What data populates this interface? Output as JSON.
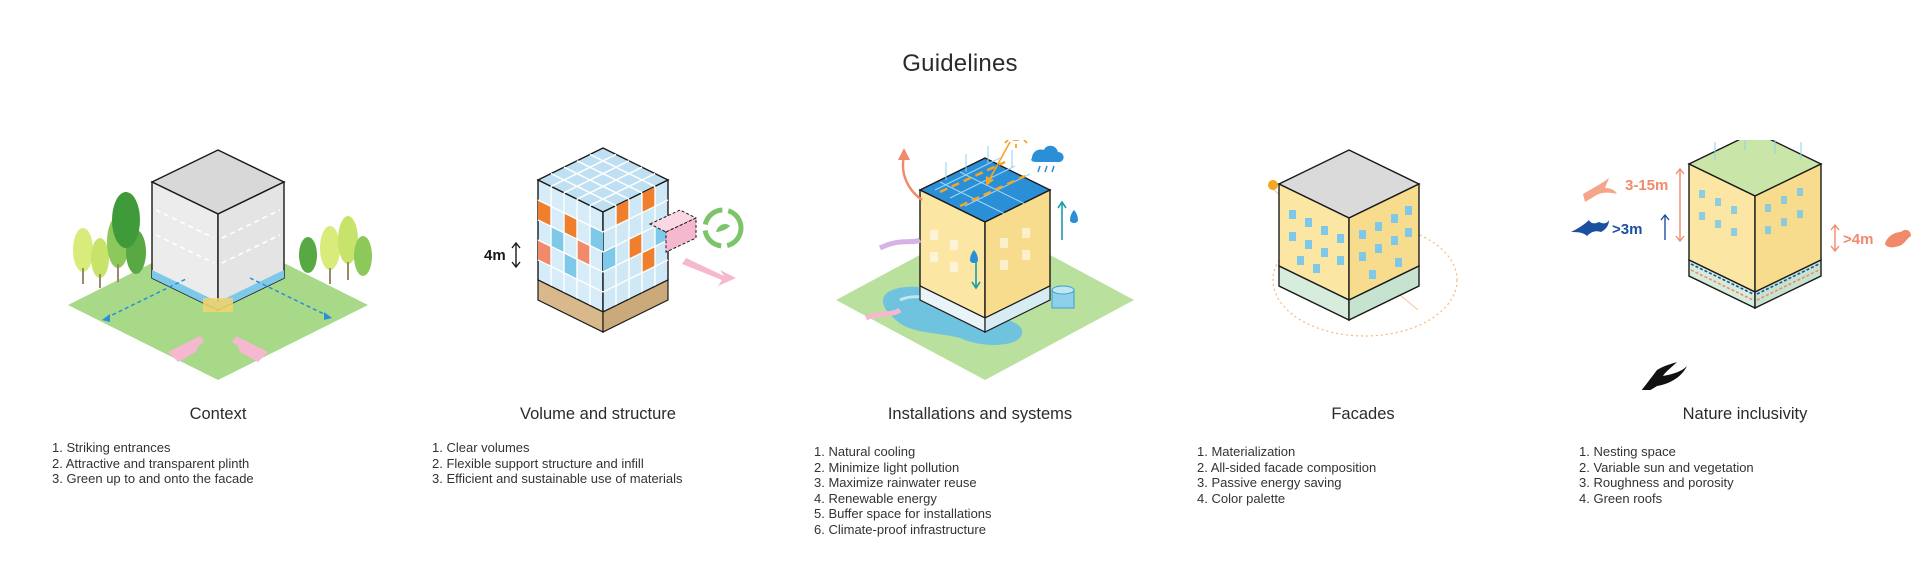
{
  "title": "Guidelines",
  "colors": {
    "green_ground": "#a7d989",
    "pink_arrow": "#f5b8cf",
    "blue_window": "#7ec8ea",
    "orange_panel": "#f07f2d",
    "yellow_facade": "#fbe6a4",
    "grey_roof": "#dedede",
    "solar_blue": "#2a8fd6",
    "sun_orange": "#f5a623",
    "salmon": "#f08a6a",
    "navy": "#1b4fa0"
  },
  "sections": [
    {
      "heading": "Context",
      "items": [
        "1. Striking entrances",
        "2. Attractive and transparent plinth",
        "3. Green up to and onto the facade"
      ]
    },
    {
      "heading": "Volume and structure",
      "dimension_label": "4m",
      "items": [
        "1. Clear volumes",
        "2. Flexible support structure and infill",
        "3. Efficient and sustainable use of materials"
      ]
    },
    {
      "heading": "Installations and systems",
      "items": [
        "1. Natural cooling",
        "2. Minimize light pollution",
        "3. Maximize rainwater reuse",
        "4. Renewable energy",
        "5. Buffer space for installations",
        "6. Climate-proof infrastructure"
      ]
    },
    {
      "heading": "Facades",
      "items": [
        "1. Materialization",
        "2. All-sided facade composition",
        "3. Passive energy saving",
        "4. Color palette"
      ]
    },
    {
      "heading": "Nature inclusivity",
      "labels": {
        "height_bird": "3-15m",
        "height_bat": ">3m",
        "height_ground_bird": ">4m"
      },
      "items": [
        "1. Nesting space",
        "2. Variable sun and vegetation",
        "3. Roughness and porosity",
        "4. Green roofs"
      ]
    }
  ]
}
